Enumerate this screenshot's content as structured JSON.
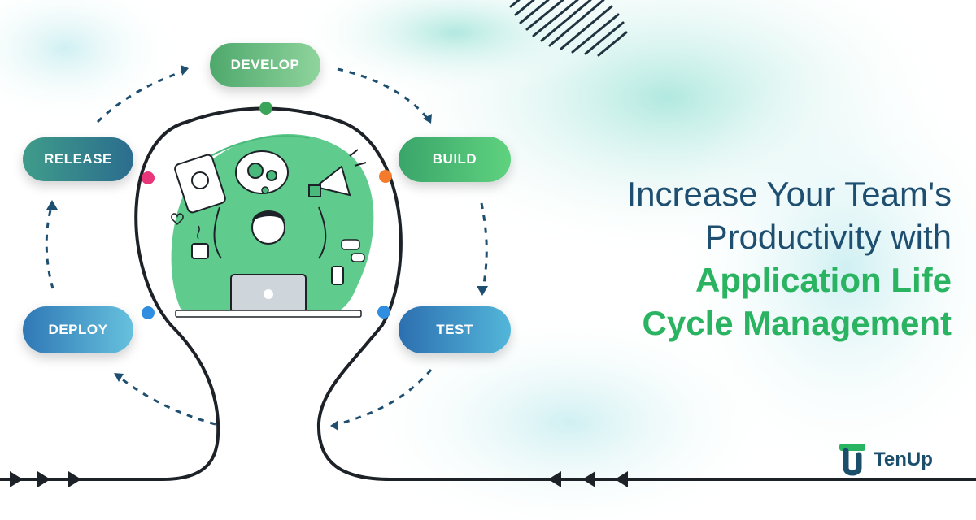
{
  "cycle": {
    "stages": {
      "develop": "DEVELOP",
      "build": "BUILD",
      "test": "TEST",
      "deploy": "DEPLOY",
      "release": "RELEASE"
    }
  },
  "headline": {
    "line1": "Increase Your Team's",
    "line2": "Productivity with",
    "line3": "Application Life",
    "line4": "Cycle Management"
  },
  "brand": {
    "name": "TenUp",
    "logo_icon": "tenup-logo-icon"
  },
  "colors": {
    "navy": "#1e4f70",
    "green": "#2ab461",
    "develop_dot": "#3aa45a",
    "build_dot": "#f47b2c",
    "release_dot": "#e9357a",
    "deploy_dot": "#2f8ee0",
    "test_dot": "#2f8ee0"
  },
  "illustration": {
    "icon": "multitasking-developer-icon"
  }
}
